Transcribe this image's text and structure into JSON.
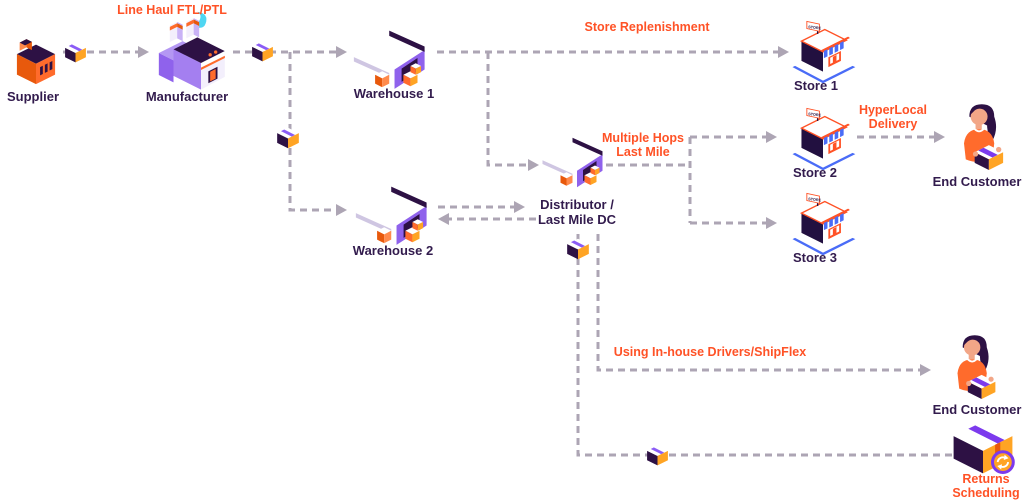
{
  "diagram": {
    "background": "#FFFFFF",
    "colors": {
      "flow_label_orange": "#FF5226",
      "node_label_purple": "#321B4D",
      "connector_gray": "#ADA5B4",
      "accent_purple": "#8B5CF6",
      "accent_dark_purple": "#2D1144",
      "accent_orange": "#FF6B2C",
      "accent_amber": "#FFA424",
      "accent_blue": "#4A6CF7",
      "accent_cyan": "#4FD6F2"
    },
    "nodes": {
      "supplier": {
        "label": "Supplier",
        "icon": "factory-orange-icon"
      },
      "manufacturer": {
        "label": "Manufacturer",
        "icon": "factory-purple-icon"
      },
      "warehouse1": {
        "label": "Warehouse 1",
        "icon": "warehouse-icon"
      },
      "warehouse2": {
        "label": "Warehouse 2",
        "icon": "warehouse-icon"
      },
      "distributor": {
        "label_line1": "Distributor /",
        "label_line2": "Last Mile DC",
        "icon": "warehouse-icon"
      },
      "store1": {
        "label": "Store 1",
        "icon": "storefront-icon"
      },
      "store2": {
        "label": "Store 2",
        "icon": "storefront-icon"
      },
      "store3": {
        "label": "Store 3",
        "icon": "storefront-icon"
      },
      "end_customer_top": {
        "label": "End Customer",
        "icon": "person-with-box-icon"
      },
      "end_customer_bottom": {
        "label": "End Customer",
        "icon": "person-with-box-icon"
      },
      "returns_scheduling": {
        "label_line1": "Returns",
        "label_line2": "Scheduling",
        "icon": "returns-box-icon"
      }
    },
    "flow_labels": {
      "line_haul": "Line Haul FTL/PTL",
      "store_replenishment": "Store Replenishment",
      "multiple_hops_line1": "Multiple Hops",
      "multiple_hops_line2": "Last Mile",
      "hyperlocal_line1": "HyperLocal",
      "hyperlocal_line2": "Delivery",
      "inhouse_drivers": "Using In-house Drivers/ShipFlex"
    }
  }
}
